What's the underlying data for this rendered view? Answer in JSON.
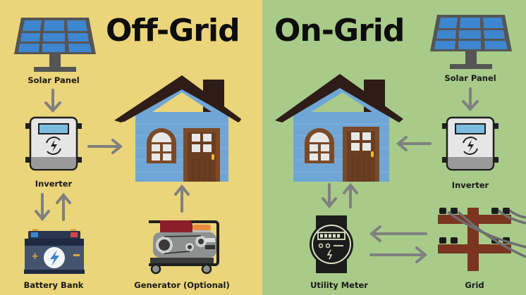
{
  "off_grid": {
    "title": "Off-Grid",
    "background": "#ead57a",
    "labels": {
      "solar_panel": "Solar Panel",
      "inverter": "Inverter",
      "battery_bank": "Battery Bank",
      "generator": "Generator (Optional)"
    }
  },
  "on_grid": {
    "title": "On-Grid",
    "background": "#a8cb8a",
    "labels": {
      "solar_panel": "Solar Panel",
      "inverter": "Inverter",
      "utility_meter": "Utility Meter",
      "grid": "Grid"
    }
  },
  "colors": {
    "arrow": "#808080",
    "panel_cell": "#3e86cf",
    "panel_frame": "#555555",
    "house_wall": "#6fa6d6",
    "roof": "#2e1d17",
    "wood": "#7a4a28",
    "pole": "#7a3420"
  }
}
